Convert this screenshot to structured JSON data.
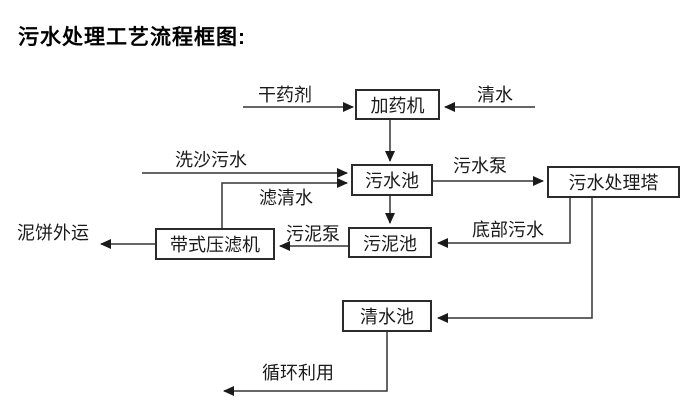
{
  "title": "污水处理工艺流程框图:",
  "nodes": {
    "dosing_machine": "加药机",
    "sewage_pool": "污水池",
    "treatment_tower": "污水处理塔",
    "sludge_pool": "污泥池",
    "belt_filter_press": "带式压滤机",
    "clean_water_pool": "清水池"
  },
  "edges": {
    "dry_chemical": "干药剂",
    "clean_water": "清水",
    "sand_washing_sewage": "洗沙污水",
    "sewage_pump": "污水泵",
    "filtered_water": "滤清水",
    "sludge_pump": "污泥泵",
    "mud_cake_out": "泥饼外运",
    "bottom_sewage": "底部污水",
    "recycle_use": "循环利用"
  },
  "colors": {
    "background": "#ffffff",
    "line": "#333333",
    "box_border": "#2b2b2b",
    "text": "#1a1a1a"
  }
}
